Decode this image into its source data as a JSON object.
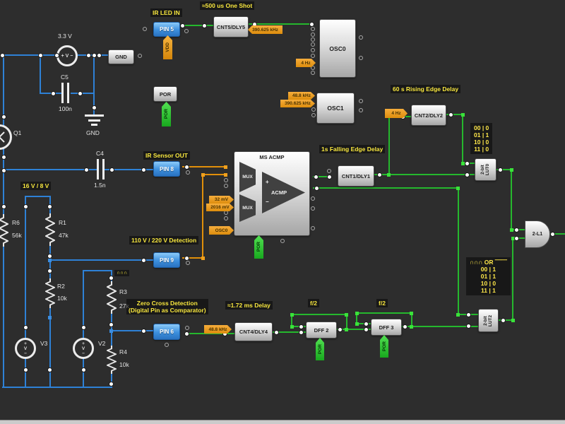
{
  "labels": {
    "ir_led_in": "IR LED IN",
    "one_shot": "≈500 us One Shot",
    "rising_edge_delay": "60 s Rising Edge Delay",
    "falling_edge_delay": "1s Falling Edge Delay",
    "ir_sensor_out": "IR Sensor OUT",
    "divider_16_8": "16 V / 8 V",
    "detection_110_220": "110 V / 220 V Detection",
    "zero_cross_line1": "Zero Cross Detection",
    "zero_cross_line2": "(Digital Pin as Comparator)",
    "delay_172": "≈1.72 ms Delay",
    "freq_half": "f/2",
    "sine_badge": "∩∩∩",
    "lut2_header": "∩∩∩ OR ⎺⎺"
  },
  "blocks": {
    "pin5": "PIN 5",
    "pin8": "PIN 8",
    "pin9": "PIN 9",
    "pin6": "PIN 6",
    "gnd": "GND",
    "por": "POR",
    "cnt5": "CNT5/DLY5",
    "cnt2": "CNT2/DLY2",
    "cnt1": "CNT1/DLY1",
    "cnt4": "CNT4/DLY4",
    "osc0": "OSC0",
    "osc1": "OSC1",
    "dff2": "DFF 2",
    "dff3": "DFF 3",
    "acmp_title": "MS ACMP",
    "mux": "MUX",
    "acmp": "ACMP",
    "plus": "+",
    "minus": "−",
    "lut0_line1": "2-bit",
    "lut0_line2": "LUT0",
    "lut2_line1": "2-bit",
    "lut2_line2": "LUT2",
    "gate_and": "2-L1"
  },
  "flags": {
    "vdd": "VDD",
    "por": "POR",
    "khz390": "390.625 kHz",
    "hz4": "4 Hz",
    "khz488": "48.8 kHz",
    "mv32": "32 mV",
    "mv2016": "2016 mV",
    "osc0_clk": "OSC0"
  },
  "truth_tables": {
    "lut0": [
      "00 | 0",
      "01 | 1",
      "10 | 0",
      "11 | 0"
    ],
    "lut2": [
      "00 | 1",
      "01 | 1",
      "10 | 0",
      "11 | 1"
    ]
  },
  "components": {
    "v1": {
      "value": "3.3 V",
      "inner": "+ V −",
      "plus": "+",
      "sym": "V",
      "minus": "−"
    },
    "v3": {
      "name": "V3"
    },
    "v2": {
      "name": "V2"
    },
    "q1": {
      "name": "Q1"
    },
    "c5": {
      "name": "C5",
      "value": "100n"
    },
    "c4": {
      "name": "C4",
      "value": "1.5n"
    },
    "gnd_symbol": "GND",
    "r6": {
      "name": "R6",
      "value": "56k"
    },
    "r1": {
      "name": "R1",
      "value": "47k"
    },
    "r2": {
      "name": "R2",
      "value": "10k"
    },
    "r3": {
      "name": "R3",
      "value": "27k"
    },
    "r4": {
      "name": "R4",
      "value": "10k"
    }
  },
  "colors": {
    "background": "#2d2d2d",
    "wire_analog_blue": "#2e81d6",
    "wire_digital_green": "#25b82d",
    "wire_orange": "#e18f0a",
    "label_yellow": "#f8e73e",
    "pin_block_blue": "#3c8fdd",
    "flag_green": "#2fc131",
    "flag_orange": "#e89a1c"
  }
}
